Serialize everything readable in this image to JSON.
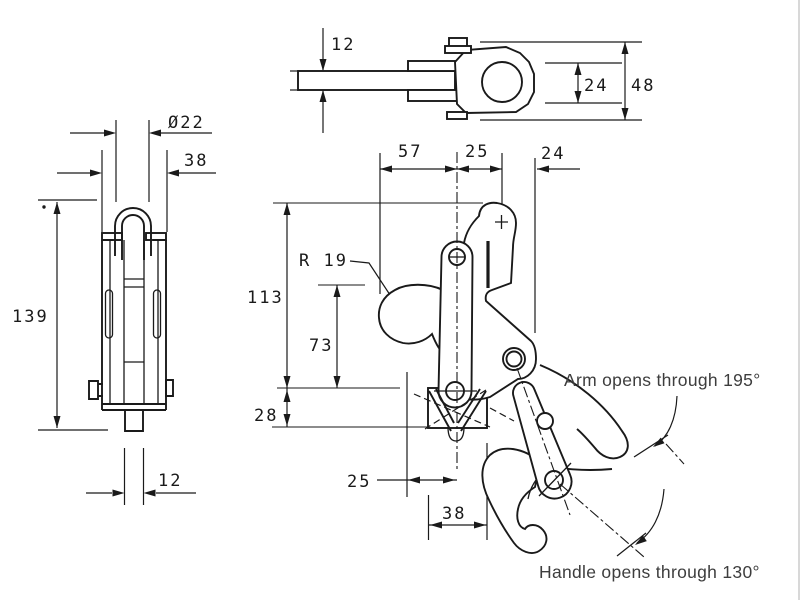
{
  "drawing": {
    "type": "engineering-drawing",
    "subject": "latch-type toggle clamp, three orthographic views with dimensions",
    "units_shown": "mm (implied)",
    "line_color": "#1a1a1a",
    "note_color": "#3d3d3d",
    "background": "#ffffff",
    "dims": {
      "top_view": {
        "thickness": "12",
        "inner_width": "24",
        "overall_width": "48"
      },
      "side_view": {
        "loop_diameter": "Ø22",
        "body_width": "38",
        "overall_height": "139",
        "tab_thickness": "12"
      },
      "front_view": {
        "hook_offset": "57",
        "pivot_offset": "25",
        "edge_offset": "24",
        "hook_radius": "R 19",
        "overall_height": "113",
        "hook_height": "73",
        "base_height": "28",
        "base_offset": "25",
        "base_width": "38"
      }
    },
    "notes": {
      "arm_opening": "Arm opens through 195°",
      "handle_opening": "Handle opens through 130°"
    }
  }
}
